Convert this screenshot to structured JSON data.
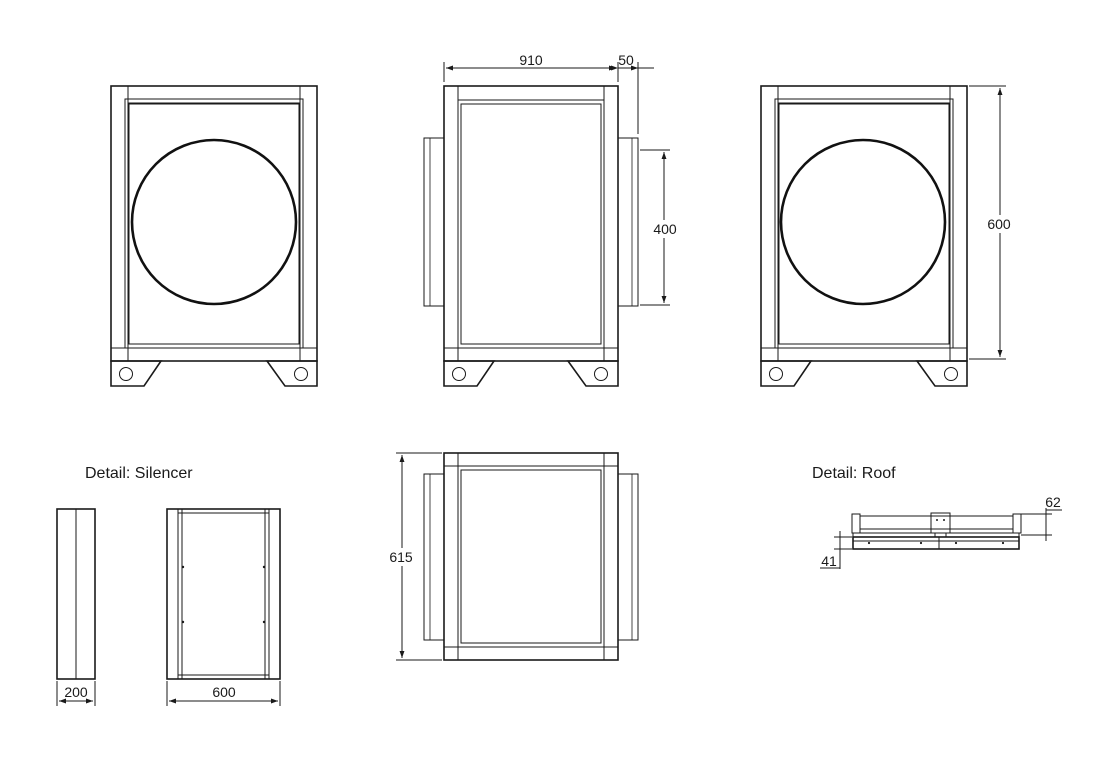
{
  "dimensions": {
    "width_910": "910",
    "gap_50": "50",
    "duct_400": "400",
    "height_600": "600",
    "depth_615": "615",
    "silencer_200": "200",
    "silencer_600": "600",
    "roof_62": "62",
    "roof_41": "41"
  },
  "captions": {
    "silencer": "Detail: Silencer",
    "roof": "Detail: Roof"
  },
  "colors": {
    "line": "#1a1a1a",
    "background": "#ffffff"
  }
}
